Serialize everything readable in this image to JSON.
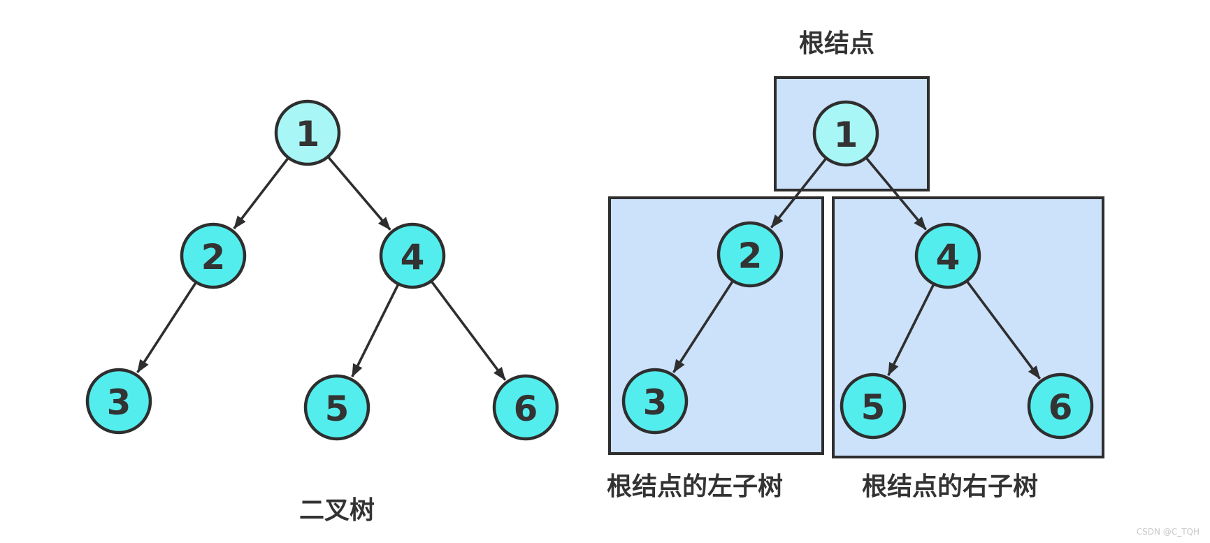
{
  "colors": {
    "background": "#ffffff",
    "node_fill": "#54eded",
    "root_node_fill": "#a8f6f6",
    "node_stroke": "#2e2e2e",
    "box_fill": "#cce1fa",
    "box_stroke": "#2e2e2e",
    "edge_color": "#2e2e2e",
    "text_color": "#333333",
    "watermark_color": "#c9c9c9"
  },
  "left_diagram": {
    "title": "二叉树",
    "nodes": [
      {
        "id": "L1",
        "label": "1"
      },
      {
        "id": "L2",
        "label": "2"
      },
      {
        "id": "L3",
        "label": "3"
      },
      {
        "id": "L4",
        "label": "4"
      },
      {
        "id": "L5",
        "label": "5"
      },
      {
        "id": "L6",
        "label": "6"
      }
    ],
    "edges": [
      {
        "from": "L1",
        "to": "L2"
      },
      {
        "from": "L1",
        "to": "L4"
      },
      {
        "from": "L2",
        "to": "L3"
      },
      {
        "from": "L4",
        "to": "L5"
      },
      {
        "from": "L4",
        "to": "L6"
      }
    ]
  },
  "right_diagram": {
    "root_label": "根结点",
    "left_subtree_label": "根结点的左子树",
    "right_subtree_label": "根结点的右子树",
    "nodes": [
      {
        "id": "R1",
        "label": "1"
      },
      {
        "id": "R2",
        "label": "2"
      },
      {
        "id": "R3",
        "label": "3"
      },
      {
        "id": "R4",
        "label": "4"
      },
      {
        "id": "R5",
        "label": "5"
      },
      {
        "id": "R6",
        "label": "6"
      }
    ],
    "edges": [
      {
        "from": "R1",
        "to": "R2"
      },
      {
        "from": "R1",
        "to": "R4"
      },
      {
        "from": "R2",
        "to": "R3"
      },
      {
        "from": "R4",
        "to": "R5"
      },
      {
        "from": "R4",
        "to": "R6"
      }
    ]
  },
  "watermark": "CSDN @C_TQH"
}
